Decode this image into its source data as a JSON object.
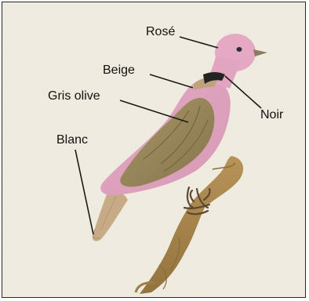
{
  "colors": {
    "background": "#f0ece1",
    "pink": "#e7a7c4",
    "pink_dark": "#d38aaa",
    "olive": "#9b8a5b",
    "olive_dark": "#7f6f43",
    "beige": "#b89a72",
    "black": "#222222",
    "branch": "#a9884c",
    "leader_line": "#1a1a1a"
  },
  "labels": {
    "rose": "Rosé",
    "beige": "Beige",
    "gris_olive": "Gris olive",
    "noir": "Noir",
    "blanc": "Blanc"
  }
}
